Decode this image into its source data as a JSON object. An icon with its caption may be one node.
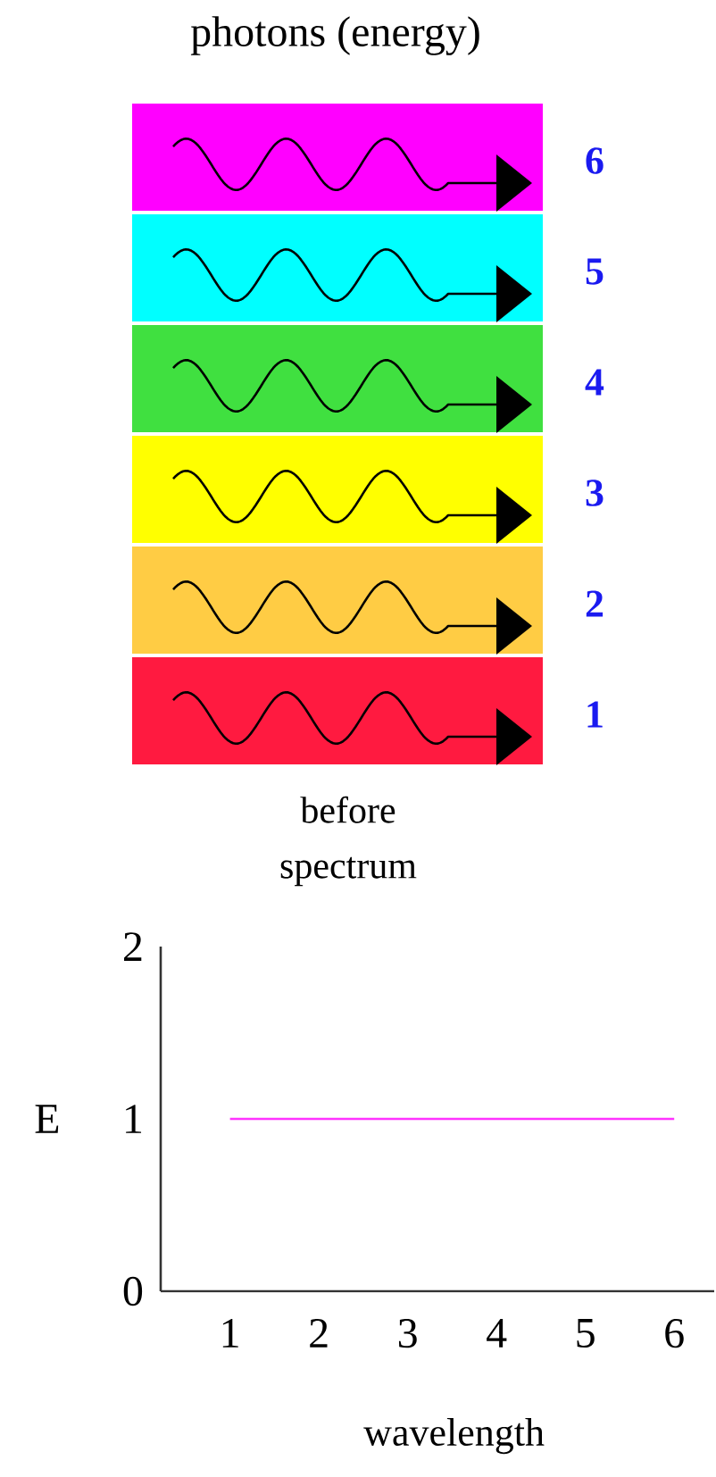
{
  "diagram": {
    "title": "photons (energy)",
    "nodes": [
      {
        "text": [],
        "shape": "box",
        "beside": [
          "6"
        ]
      },
      {
        "text": [],
        "shape": "box",
        "beside": [
          "5"
        ]
      },
      {
        "text": [],
        "shape": "box",
        "beside": [
          "4"
        ]
      },
      {
        "text": [],
        "shape": "box",
        "beside": [
          "3"
        ]
      },
      {
        "text": [],
        "shape": "box",
        "beside": [
          "2"
        ]
      },
      {
        "text": [],
        "shape": "box",
        "beside": [
          "1"
        ]
      }
    ],
    "labels": [
      "before spectrum"
    ],
    "chart_data": {
      "type": "line",
      "xlabel": "wavelength",
      "ylabel": "E",
      "categories": [
        "1",
        "2",
        "3",
        "4",
        "5",
        "6"
      ],
      "series": [
        {
          "color": "#ff33ff",
          "values": [
            1,
            1,
            1,
            1,
            1,
            1
          ]
        }
      ],
      "ylim": [
        0,
        2
      ],
      "yticks": [
        0,
        1,
        2
      ]
    }
  }
}
